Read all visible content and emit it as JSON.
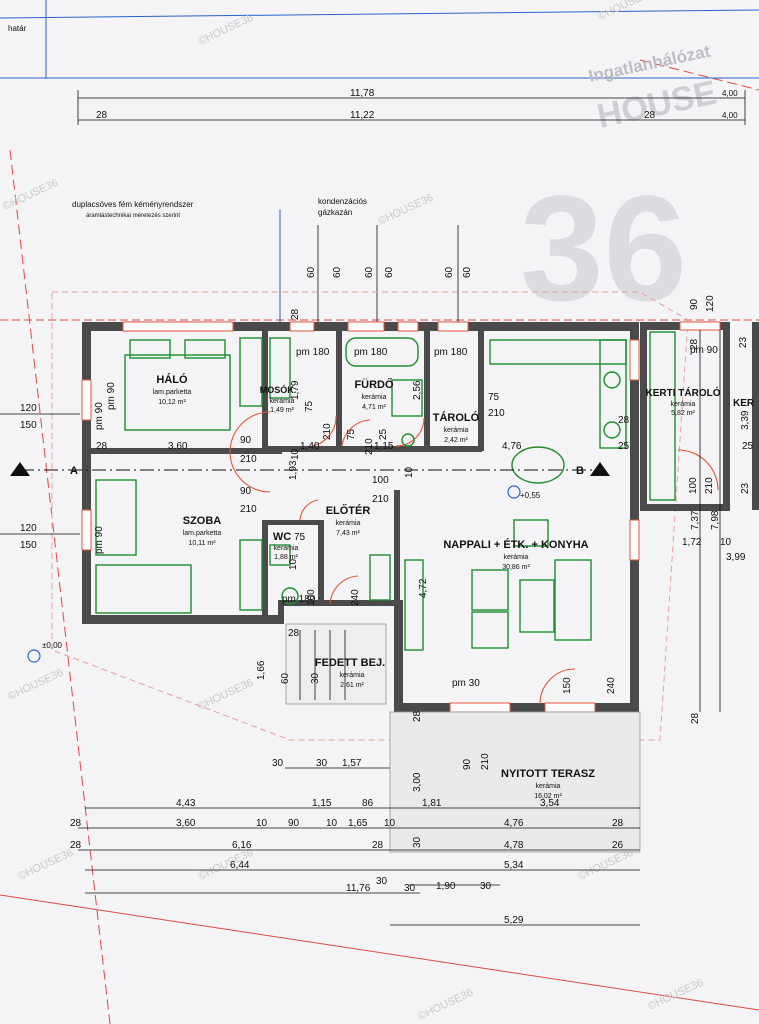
{
  "legend": {
    "boundary": "határ",
    "chimney": "duplacsöves fém kéményrendszer",
    "chimney_sub": "áramlástechnikai méretezés szerint",
    "boiler_1": "kondenzációs",
    "boiler_2": "gázkazán"
  },
  "watermark": {
    "brand_1": "Ingatlanhálózat",
    "brand_2": "HOUSE",
    "tag": "©HOUSE36"
  },
  "rooms": {
    "halo": {
      "name": "HÁLÓ",
      "finish": "lam.parketta",
      "area": "10,12 m²"
    },
    "mosok": {
      "name": "MOSÓK.",
      "finish": "kerámia",
      "area": "1,49 m²"
    },
    "furdo": {
      "name": "FÜRDŐ",
      "finish": "kerámia",
      "area": "4,71 m²"
    },
    "tarolo": {
      "name": "TÁROLÓ",
      "finish": "kerámia",
      "area": "2,42 m²"
    },
    "kerti": {
      "name": "KERTI TÁROLÓ",
      "finish": "kerámia",
      "area": "5,82 m²"
    },
    "kert_cut": "KER",
    "szoba": {
      "name": "SZOBA",
      "finish": "lam.parketta",
      "area": "10,11 m²"
    },
    "eloter": {
      "name": "ELŐTÉR",
      "finish": "kerámia",
      "area": "7,43 m²"
    },
    "wc": {
      "name": "WC",
      "finish": "kerámia",
      "area": "1,88 m²"
    },
    "nappali": {
      "name": "NAPPALI + ÉTK. + KONYHA",
      "finish": "kerámia",
      "area": "30,86 m²"
    },
    "fedett": {
      "name": "FEDETT BEJ.",
      "finish": "kerámia",
      "area": "2,61 m²"
    },
    "terasz": {
      "name": "NYITOTT TERASZ",
      "finish": "kerámia",
      "area": "16,02 m²"
    }
  },
  "section": {
    "a": "A",
    "b": "B"
  },
  "levels": {
    "zero": "±0,00",
    "plus": "+0,55"
  },
  "top_dims": {
    "total": "11,78",
    "inner": "11,22",
    "left_wall": "28",
    "right_wall": "28",
    "r1": "4,00",
    "r2": "4,00"
  },
  "openings": {
    "w60a": "60",
    "w60b": "60",
    "w60c": "60",
    "w60d": "60",
    "w60e": "60",
    "w60f": "60",
    "w28": "28",
    "w179": "1,79",
    "pm180a": "pm 180",
    "pm180b": "pm 180",
    "pm180c": "pm 180",
    "pm90": "pm 90",
    "w90": "90",
    "w120": "120",
    "w28b": "28",
    "w23": "23"
  },
  "left_dims": {
    "a": "120",
    "b": "150",
    "c": "120",
    "d": "150",
    "pm90": "pm 90",
    "pm90b": "pm 90",
    "d28": "28",
    "d360": "3,60"
  },
  "inner_dims": {
    "d90a": "90",
    "d210a": "210",
    "d90b": "90",
    "d210b": "210",
    "d75a": "75",
    "d210c": "210",
    "d75b": "75",
    "d210d": "210",
    "d210e": "210",
    "d75c": "75",
    "d210f": "210",
    "d140": "1,40",
    "d115": "1,15",
    "d10a": "10",
    "d10b": "10",
    "d25": "25",
    "d256": "2,56",
    "d476": "4,76",
    "d100": "100",
    "d210g": "210",
    "d193": "1,93",
    "d10c": "10",
    "d472": "4,72",
    "pm180d": "pm 180",
    "d240": "240",
    "d240b": "240",
    "d150": "150",
    "pm30": "pm 30",
    "d75d": "75",
    "d210h": "210",
    "d28c": "28",
    "d28d": "28",
    "d166": "1,66",
    "d60": "60",
    "d30a": "30",
    "d100b": "100",
    "d210i": "210",
    "d23b": "23",
    "d25b": "25"
  },
  "right_dims": {
    "a": "7,37",
    "b": "7,98",
    "c": "3,39",
    "d": "1,72",
    "e": "10",
    "f": "3,99",
    "g": "28",
    "h": "28",
    "i": "25"
  },
  "bottom_dims": {
    "r1": [
      "30",
      "30",
      "1,57"
    ],
    "r2": [
      "4,43",
      "1,15",
      "86",
      "1,81",
      "3,54"
    ],
    "r3": [
      "28",
      "3,60",
      "10",
      "90",
      "10",
      "1,65",
      "10",
      "4,76",
      "28"
    ],
    "r4": [
      "28",
      "6,16",
      "28",
      "4,78",
      "26"
    ],
    "r5": [
      "6,44",
      "5,34"
    ],
    "r6": [
      "11,76",
      "30",
      "30"
    ],
    "r7": [
      "1,90",
      "30"
    ],
    "r8": [
      "5,29"
    ],
    "terrace": [
      "3,00",
      "90",
      "210",
      "30"
    ]
  }
}
